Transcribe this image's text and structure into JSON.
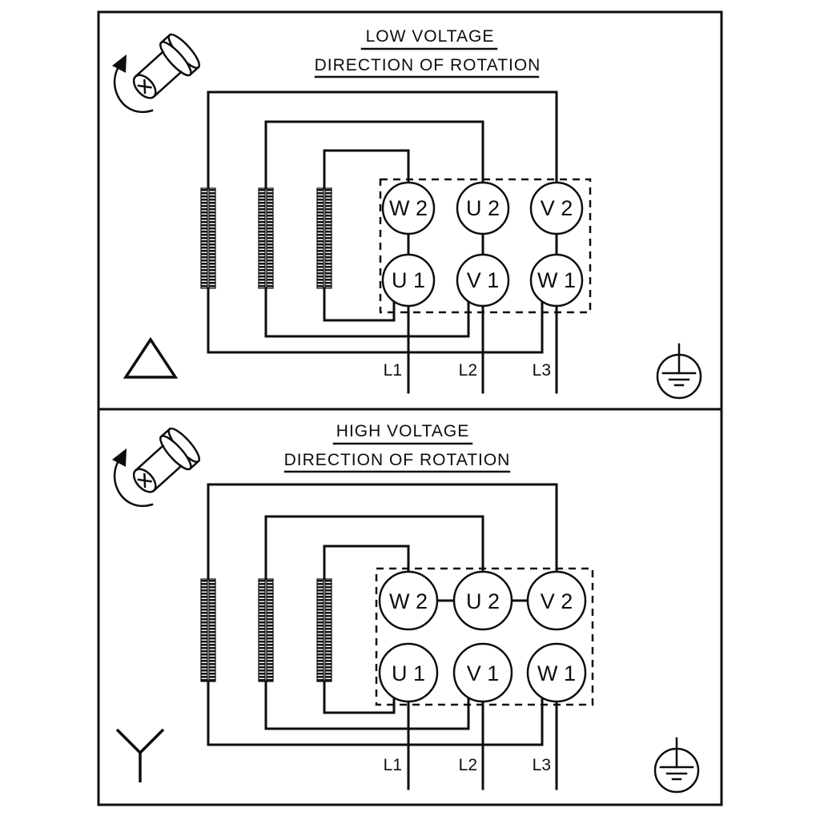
{
  "diagram": {
    "panels": [
      {
        "title": "LOW VOLTAGE",
        "subtitle": "DIRECTION OF ROTATION",
        "connection_symbol": "delta",
        "terminals": {
          "top_row": [
            "W 2",
            "U 2",
            "V 2"
          ],
          "bottom_row": [
            "U 1",
            "V 1",
            "W 1"
          ]
        },
        "leads": [
          "L1",
          "L2",
          "L3"
        ]
      },
      {
        "title": "HIGH VOLTAGE",
        "subtitle": "DIRECTION OF ROTATION",
        "connection_symbol": "star",
        "terminals": {
          "top_row": [
            "W 2",
            "U 2",
            "V 2"
          ],
          "bottom_row": [
            "U 1",
            "V 1",
            "W 1"
          ]
        },
        "leads": [
          "L1",
          "L2",
          "L3"
        ]
      }
    ],
    "icons": {
      "rotation": "motor-shaft-rotation-arrow",
      "delta": "delta-connection-symbol",
      "star": "star-connection-symbol",
      "earth": "protective-earth-symbol"
    },
    "colors": {
      "line": "#0d0d0d",
      "background": "#ffffff"
    }
  }
}
